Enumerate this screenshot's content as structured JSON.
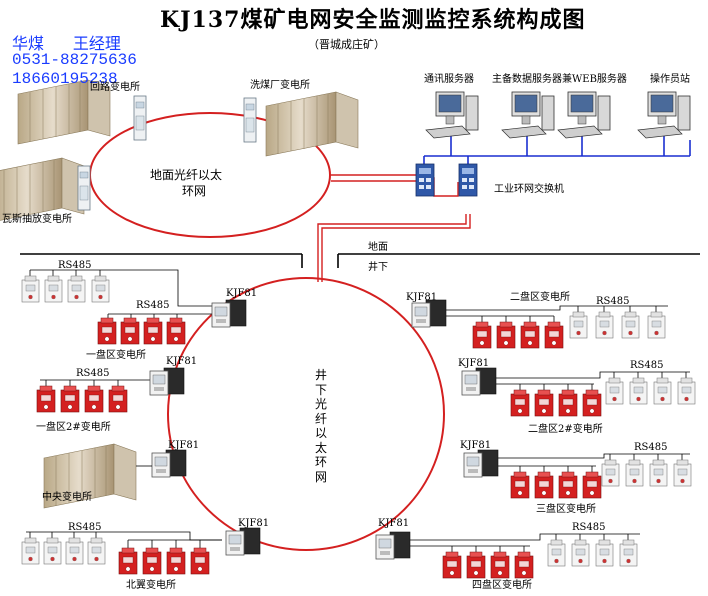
{
  "title": "KJ137煤矿电网安全监测监控系统构成图",
  "subtitle": "（晋城成庄矿）",
  "contact": {
    "company": "华煤",
    "person": "王经理",
    "phone1": "0531-88275636",
    "phone2": "18660195238"
  },
  "surface_ring": {
    "label_line1": "地面光纤以太",
    "label_line2": "环网"
  },
  "surface_stations": {
    "left_top": "回路变电所",
    "top_right": "洗煤厂变电所",
    "left": "瓦斯抽放变电所"
  },
  "servers": {
    "comm": "通讯服务器",
    "db": "主备数据服务器兼WEB服务器",
    "operator": "操作员站"
  },
  "switch_label": "工业环网交换机",
  "boundary": {
    "above": "地面",
    "below": "井下"
  },
  "underground_ring_label": [
    "井",
    "下",
    "光",
    "纤",
    "以",
    "太",
    "环",
    "网"
  ],
  "protocol": "RS485",
  "node": "KJF81",
  "substations": {
    "one_panqu": "一盘区变电所",
    "one_panqu_2": "一盘区2#变电所",
    "central": "中央变电所",
    "beiyi": "北翼变电所",
    "two_panqu": "二盘区变电所",
    "two_panqu_2": "二盘区2#变电所",
    "three_panqu": "三盘区变电所",
    "four_panqu": "四盘区变电所"
  },
  "colors": {
    "ring": "#d42020",
    "lan": "#1a2fd0",
    "contact": "#1a3cff",
    "red_unit": "#d42020",
    "node_box": "#2a2a2a"
  }
}
